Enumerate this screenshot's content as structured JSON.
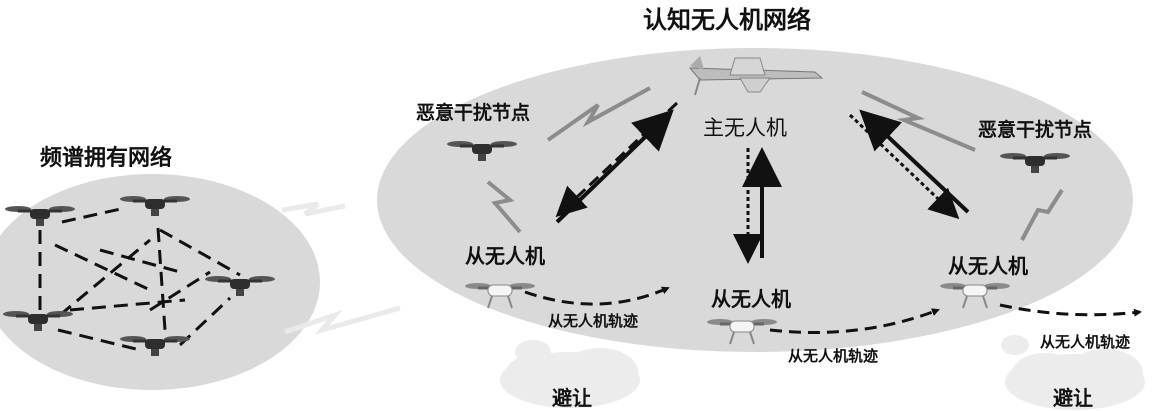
{
  "title": "认知无人机网络",
  "primary_network_label": "频谱拥有网络",
  "master_uav_label": "主无人机",
  "jammer_labels": [
    "恶意干扰节点",
    "恶意干扰节点"
  ],
  "slave_uav_labels": [
    "从无人机",
    "从无人机",
    "从无人机"
  ],
  "trajectory_labels": [
    "从无人机轨迹",
    "从无人机轨迹",
    "从无人机轨迹"
  ],
  "avoid_labels": [
    "避让",
    "避让"
  ],
  "colors": {
    "ellipse_fill": "#d9d9d9",
    "cloud_fill": "#ececec",
    "line": "#111111",
    "drone": "#3a3a3a",
    "drone_light": "#bdbdbd"
  }
}
